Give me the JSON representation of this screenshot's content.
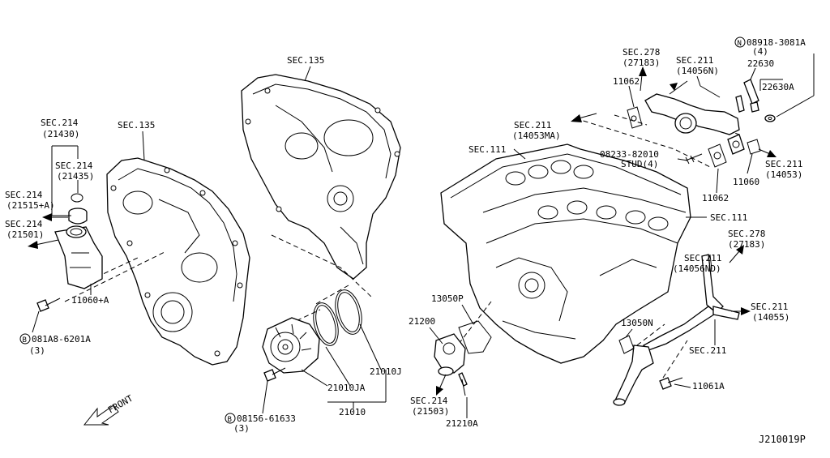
{
  "diagram_code": "J210019P",
  "direction": "FRONT",
  "labels": {
    "sec135_left": "SEC.135",
    "sec135_top": "SEC.135",
    "sec214_a1": "SEC.214",
    "sec214_a2": "(21430)",
    "sec214_b1": "SEC.214",
    "sec214_b2": "(21435)",
    "sec214_c1": "SEC.214",
    "sec214_c2": "(21515+A)",
    "sec214_d1": "SEC.214",
    "sec214_d2": "(21501)",
    "p11060a": "11060+A",
    "b081a8": "081A8-6201A",
    "b081a8_qty": "(3)",
    "b08156": "08156-61633",
    "b08156_qty": "(3)",
    "p21010": "21010",
    "p21010ja": "21010JA",
    "p21010j": "21010J",
    "p21200": "21200",
    "p13050p": "13050P",
    "sec214_e1": "SEC.214",
    "sec214_e2": "(21503)",
    "p21210a": "21210A",
    "sec111_a": "SEC.111",
    "sec111_b": "SEC.111",
    "sec211_a1": "SEC.211",
    "sec211_a2": "(14053MA)",
    "sec278_a1": "SEC.278",
    "sec278_a2": "(27183)",
    "sec211_b1": "SEC.211",
    "sec211_b2": "(14056N)",
    "n08918": "08918-3081A",
    "n08918_qty": "(4)",
    "p22630": "22630",
    "p22630a": "22630A",
    "p11062_top": "11062",
    "stud1": "08233-82010",
    "stud2": "STUD(4)",
    "p11062_mid": "11062",
    "p11060": "11060",
    "sec211_c1": "SEC.211",
    "sec211_c2": "(14053)",
    "sec278_b1": "SEC.278",
    "sec278_b2": "(27183)",
    "sec211_d1": "SEC.211",
    "sec211_d2": "(14056ND)",
    "sec211_e1": "SEC.211",
    "sec211_e2": "(14055)",
    "p13050n": "13050N",
    "sec211_f": "SEC.211",
    "p11061a": "11061A"
  }
}
